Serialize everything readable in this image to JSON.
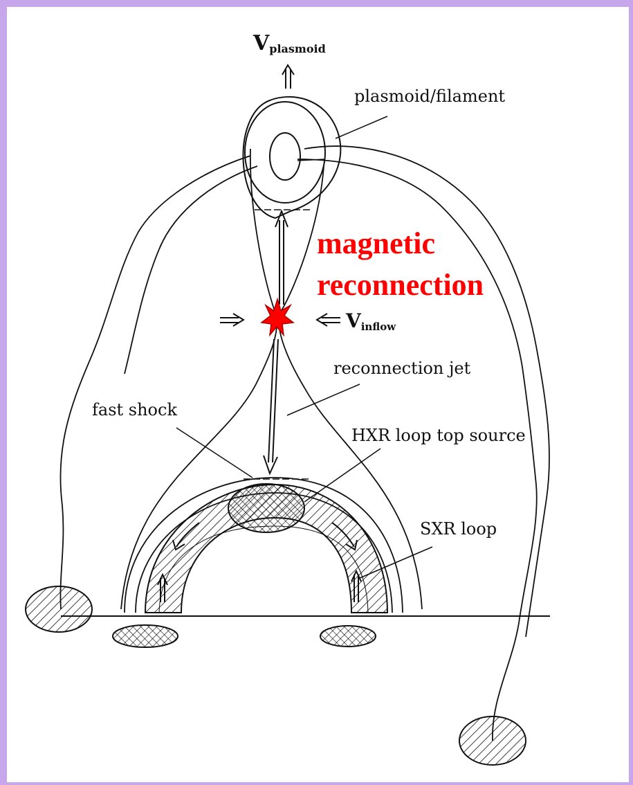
{
  "colors": {
    "frame": "#c8a6ec",
    "ink": "#111111",
    "highlight": "#ff0000"
  },
  "labels": {
    "v_plasmoid_main": "V",
    "v_plasmoid_sub": "plasmoid",
    "plasmoid_filament": "plasmoid/filament",
    "magnetic": "magnetic",
    "reconnection": "reconnection",
    "v_inflow_main": "V",
    "v_inflow_sub": "inflow",
    "reconnection_jet": "reconnection jet",
    "fast_shock": "fast shock",
    "hxr_loop_top_source": "HXR loop top source",
    "sxr_loop": "SXR loop"
  },
  "icons": {
    "reconnection_point": "red-star-burst-icon",
    "upward_arrow": "double-up-arrow-icon",
    "inflow_arrows": "double-horizontal-arrow-icon"
  }
}
